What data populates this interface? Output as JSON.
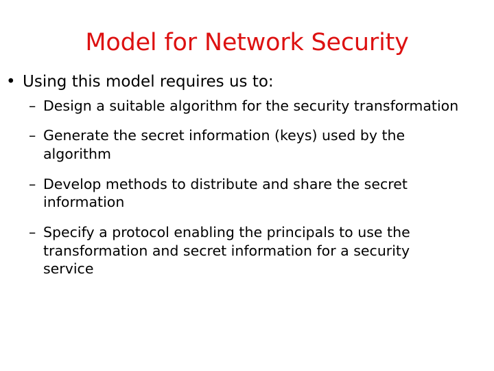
{
  "slide": {
    "background_color": "#ffffff",
    "title": {
      "text": "Model for Network Security",
      "color": "#dd1111"
    },
    "body": {
      "text_color": "#000000",
      "level1": {
        "marker": "•",
        "text": "Using this model requires us to:"
      },
      "level2_marker": "–",
      "level2_items": [
        {
          "text": "Design a suitable algorithm for the security transformation"
        },
        {
          "text": "Generate the secret information (keys) used by the algorithm"
        },
        {
          "text": "Develop methods to distribute and share the secret information"
        },
        {
          "text": "Specify a protocol enabling the principals to use the transformation and secret information for a security service"
        }
      ]
    }
  }
}
